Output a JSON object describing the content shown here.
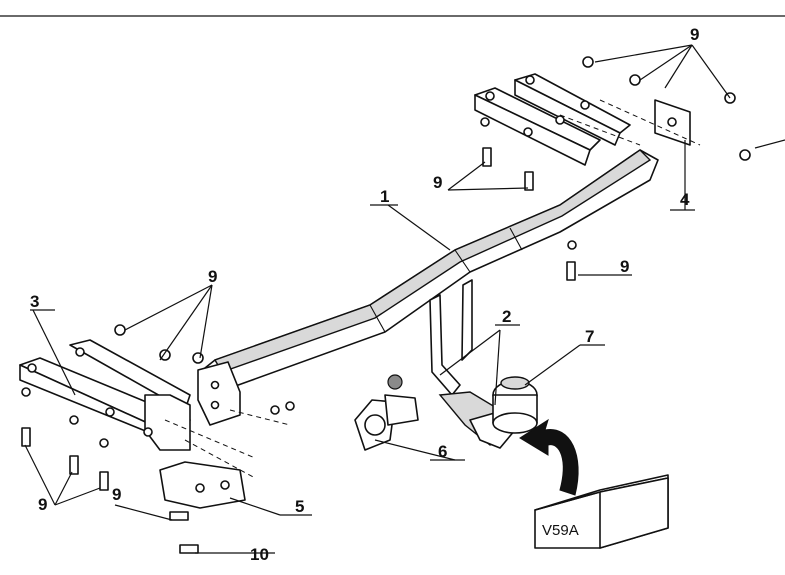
{
  "labels": {
    "p1": "1",
    "p2": "2",
    "p3": "3",
    "p4": "4",
    "p5": "5",
    "p6": "6",
    "p7": "7",
    "p9a": "9",
    "p9b": "9",
    "p9c": "9",
    "p9d": "9",
    "p9e": "9",
    "p9f": "9",
    "p10": "10"
  },
  "model_box": "V59A",
  "colors": {
    "line": "#111111",
    "shade": "#d9d9d9",
    "arrow": "#111111"
  }
}
